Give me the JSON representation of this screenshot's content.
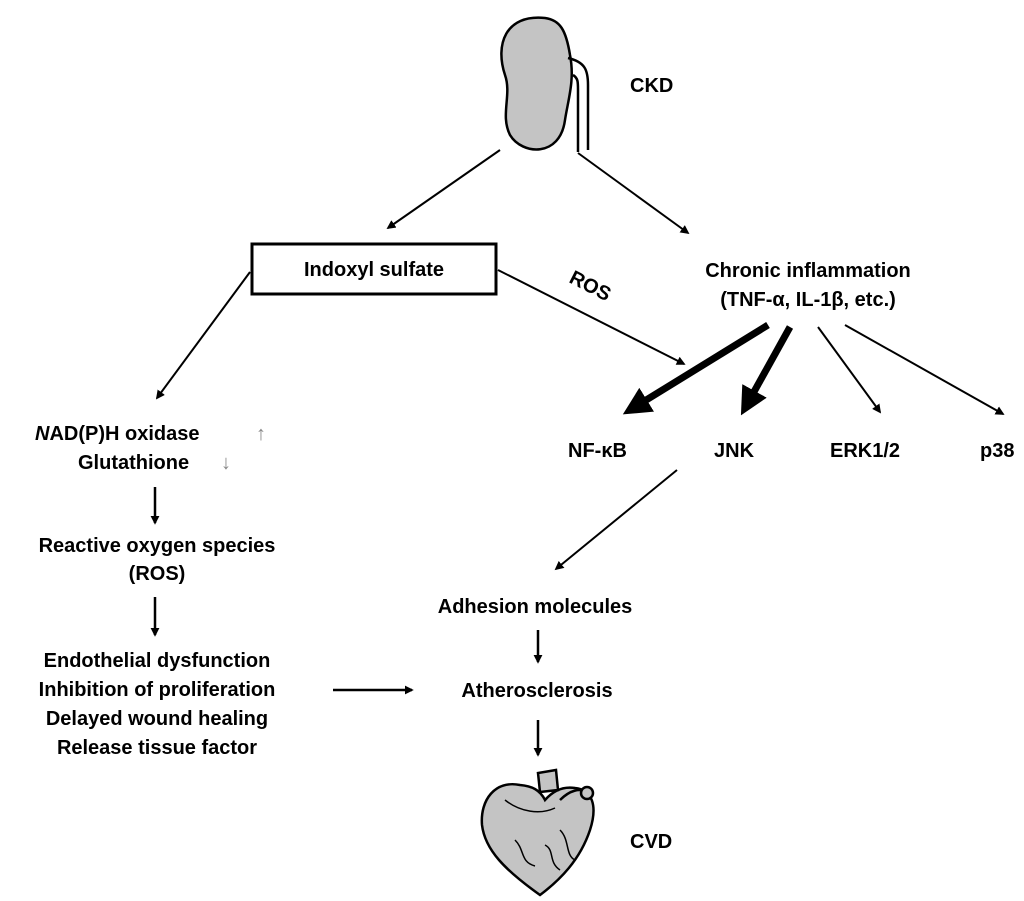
{
  "nodes": {
    "ckd": "CKD",
    "indoxyl_sulfate": "Indoxyl sulfate",
    "chronic_inflammation_1": "Chronic inflammation",
    "chronic_inflammation_2": "(TNF-α, IL-1β, etc.)",
    "ros_edge": "ROS",
    "nadph_oxidase": "NAD(P)H oxidase",
    "up_arrow": "↑",
    "glutathione": "Glutathione",
    "down_arrow": "↓",
    "reactive_oxygen_1": "Reactive oxygen species",
    "reactive_oxygen_2": "(ROS)",
    "nfkb": "NF-κB",
    "jnk": "JNK",
    "erk": "ERK1/2",
    "p38": "p38",
    "adhesion": "Adhesion molecules",
    "atherosclerosis": "Atherosclerosis",
    "effect_1": "Endothelial dysfunction",
    "effect_2": "Inhibition of proliferation",
    "effect_3": "Delayed wound healing",
    "effect_4": "Release tissue factor",
    "cvd": "CVD"
  },
  "colors": {
    "organ_fill": "#c4c4c4",
    "organ_shade": "#a8a8a8",
    "line": "#000000",
    "indicator_arrow": "#888888"
  },
  "icons": [
    "kidney-icon",
    "heart-icon"
  ]
}
